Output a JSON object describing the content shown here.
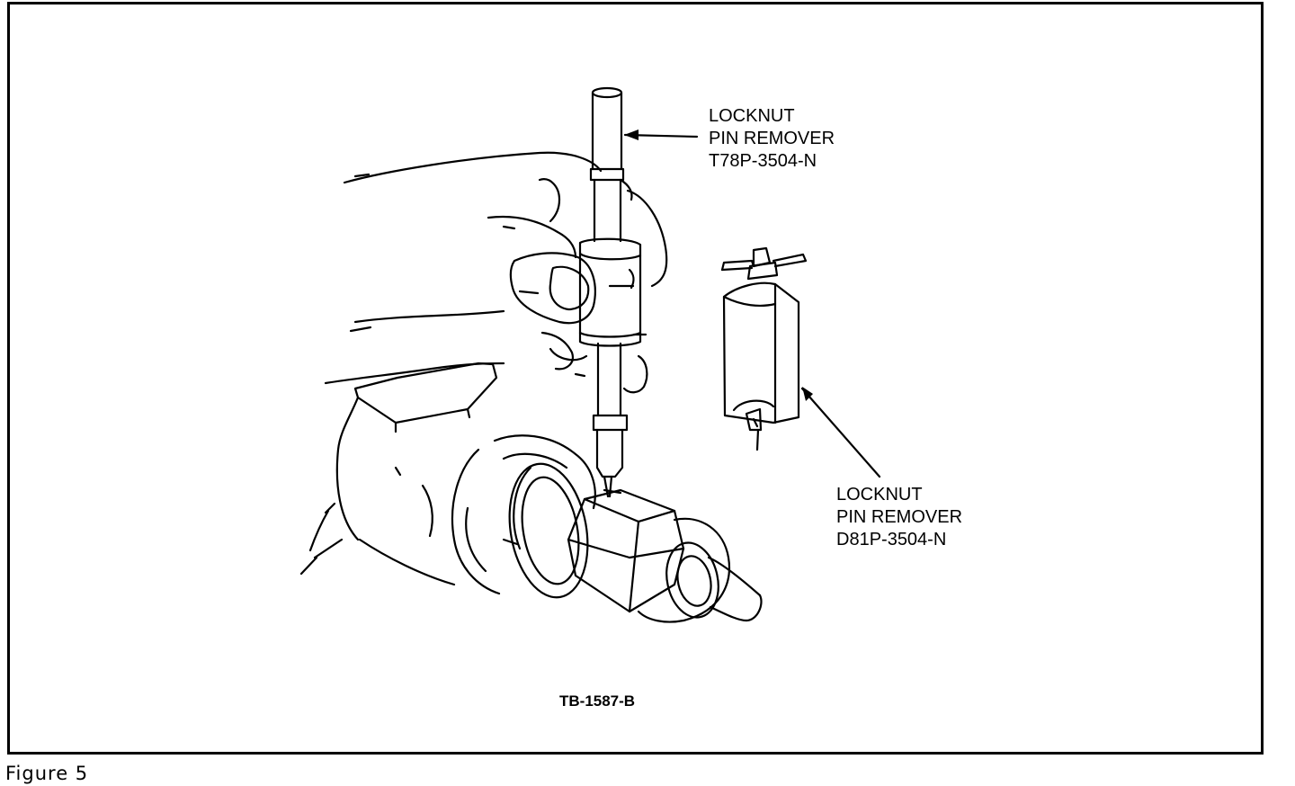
{
  "callouts": {
    "upper_tool": {
      "line1": "LOCKNUT",
      "line2": "PIN REMOVER",
      "line3": "T78P-3504-N"
    },
    "lower_tool": {
      "line1": "LOCKNUT",
      "line2": "PIN REMOVER",
      "line3": "D81P-3504-N"
    }
  },
  "figure_code": "TB-1587-B",
  "caption": "Figure 5",
  "colors": {
    "ink": "#000000",
    "paper": "#ffffff"
  }
}
